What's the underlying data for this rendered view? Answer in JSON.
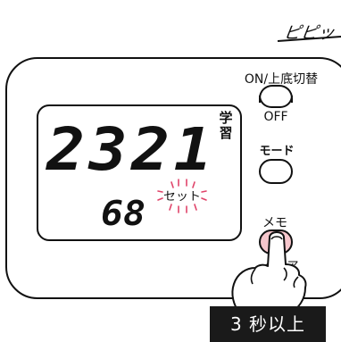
{
  "sound_effect": "ピピッ",
  "display": {
    "main_reading": "2321",
    "mode_label": "学習",
    "sub_reading": "68",
    "set_indicator": "セット"
  },
  "buttons": {
    "power": {
      "top_label": "ON/上底切替",
      "bottom_label": "OFF"
    },
    "mode": {
      "label": "モード"
    },
    "memo": {
      "top_label": "メモ",
      "bottom_label": "クリア"
    }
  },
  "instruction": "3 秒以上",
  "colors": {
    "pressed_button": "#f6c6cc",
    "blink_marks": "#e0446a",
    "label_bg": "#1a1a1a"
  }
}
